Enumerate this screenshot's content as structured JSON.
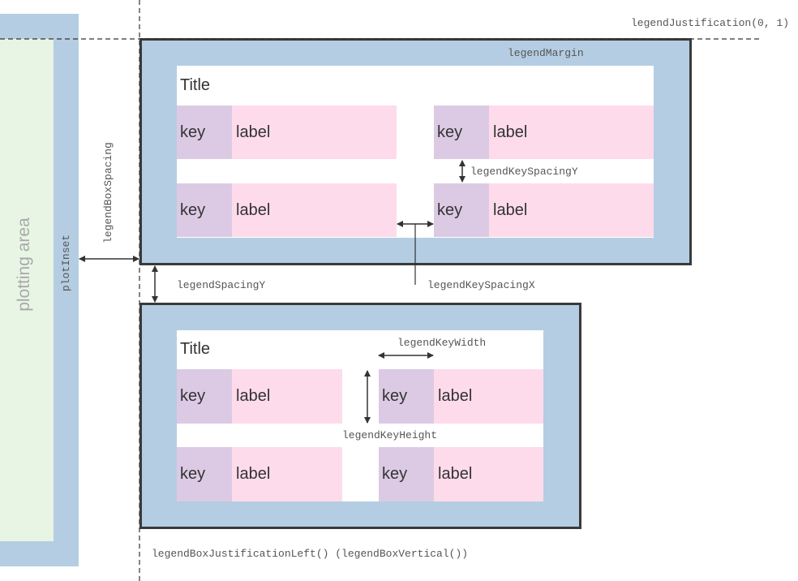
{
  "plot": {
    "plotting_area": "plotting area",
    "plot_inset": "plotInset"
  },
  "annotations": {
    "legend_justification": "legendJustification(0, 1)",
    "legend_margin": "legendMargin",
    "legend_key_spacing_y": "legendKeySpacingY",
    "legend_box_spacing": "legendBoxSpacing",
    "legend_spacing_y": "legendSpacingY",
    "legend_key_spacing_x": "legendKeySpacingX",
    "legend_key_width": "legendKeyWidth",
    "legend_key_height": "legendKeyHeight",
    "legend_box_justification": "legendBoxJustificationLeft() (legendBoxVertical())"
  },
  "legend1": {
    "title": "Title",
    "items": [
      {
        "key": "key",
        "label": "label"
      },
      {
        "key": "key",
        "label": "label"
      },
      {
        "key": "key",
        "label": "label"
      },
      {
        "key": "key",
        "label": "label"
      }
    ]
  },
  "legend2": {
    "title": "Title",
    "items": [
      {
        "key": "key",
        "label": "label"
      },
      {
        "key": "key",
        "label": "label"
      },
      {
        "key": "key",
        "label": "label"
      },
      {
        "key": "key",
        "label": "label"
      }
    ]
  },
  "colors": {
    "plotting_area": "#e8f5e4",
    "plot_inset": "#b4cde2",
    "legend_margin": "#b4cde2",
    "key": "#dccae4",
    "label": "#fddbea",
    "border": "#3a3a3a"
  }
}
